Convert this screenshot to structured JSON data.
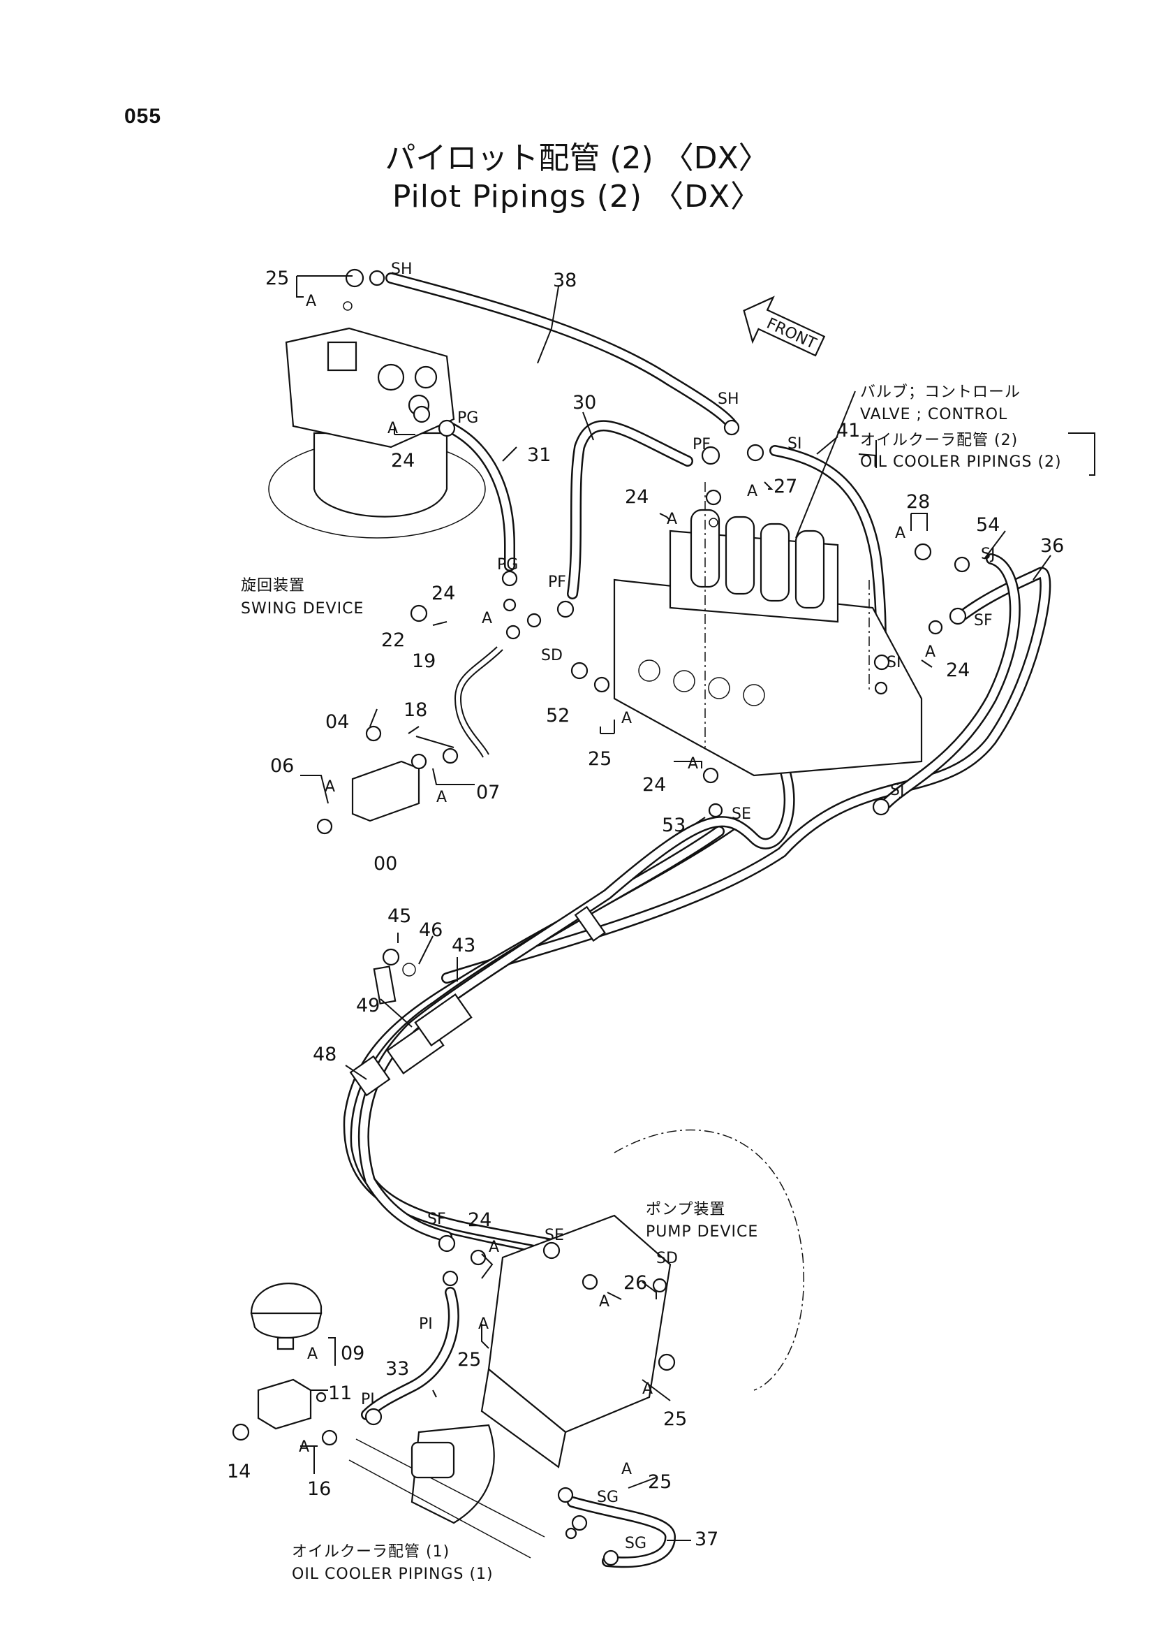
{
  "page_number": "055",
  "title_ja": "パイロット配管 (2) 〈DX〉",
  "title_en": "Pilot Pipings (2) 〈DX〉",
  "front_arrow": "FRONT",
  "component_labels": {
    "valve_ja": "バルブ；コントロール",
    "valve_en": "VALVE ; CONTROL",
    "oil_cooler2_ja": "オイルクーラ配管 (2)",
    "oil_cooler2_en": "OIL COOLER PIPINGS (2)",
    "swing_ja": "旋回装置",
    "swing_en": "SWING DEVICE",
    "pump_ja": "ポンプ装置",
    "pump_en": "PUMP DEVICE",
    "oil_cooler1_ja": "オイルクーラ配管 (1)",
    "oil_cooler1_en": "OIL COOLER PIPINGS (1)"
  },
  "part_numbers": [
    "25",
    "38",
    "24",
    "31",
    "30",
    "27",
    "41",
    "28",
    "54",
    "36",
    "22",
    "19",
    "18",
    "04",
    "06",
    "07",
    "00",
    "52",
    "53",
    "45",
    "46",
    "43",
    "49",
    "48",
    "09",
    "11",
    "14",
    "16",
    "33",
    "26",
    "37"
  ],
  "port_labels": [
    "SH",
    "PG",
    "PF",
    "SI",
    "SJ",
    "SF",
    "SD",
    "SE",
    "PI",
    "SG",
    "A"
  ]
}
